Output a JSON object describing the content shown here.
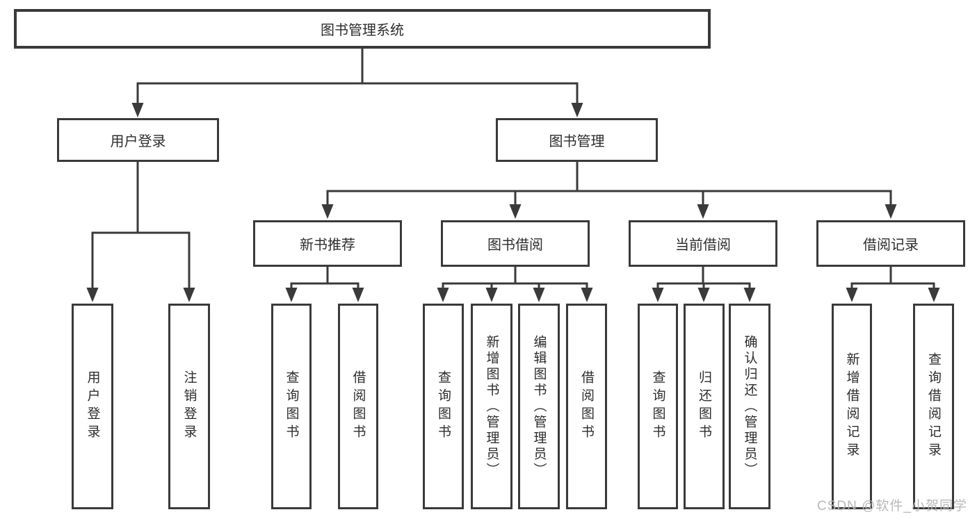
{
  "diagram_title": "图书管理系统",
  "tree": {
    "label": "图书管理系统",
    "children": [
      {
        "label": "用户登录",
        "children": [
          {
            "label": "用户登录"
          },
          {
            "label": "注销登录"
          }
        ]
      },
      {
        "label": "图书管理",
        "children": [
          {
            "label": "新书推荐",
            "children": [
              {
                "label": "查询图书"
              },
              {
                "label": "借阅图书"
              }
            ]
          },
          {
            "label": "图书借阅",
            "children": [
              {
                "label": "查询图书"
              },
              {
                "label": "新增图书（管理员）"
              },
              {
                "label": "编辑图书（管理员）"
              },
              {
                "label": "借阅图书"
              }
            ]
          },
          {
            "label": "当前借阅",
            "children": [
              {
                "label": "查询图书"
              },
              {
                "label": "归还图书"
              },
              {
                "label": "确认归还（管理员）"
              }
            ]
          },
          {
            "label": "借阅记录",
            "children": [
              {
                "label": "新增借阅记录"
              },
              {
                "label": "查询借阅记录"
              }
            ]
          }
        ]
      }
    ]
  },
  "watermark": "CSDN @软件_小贺同学",
  "colors": {
    "line": "#3a3a3a",
    "box_fill": "#ffffff",
    "text": "#2d2d2d",
    "watermark": "#b4b4b4"
  }
}
